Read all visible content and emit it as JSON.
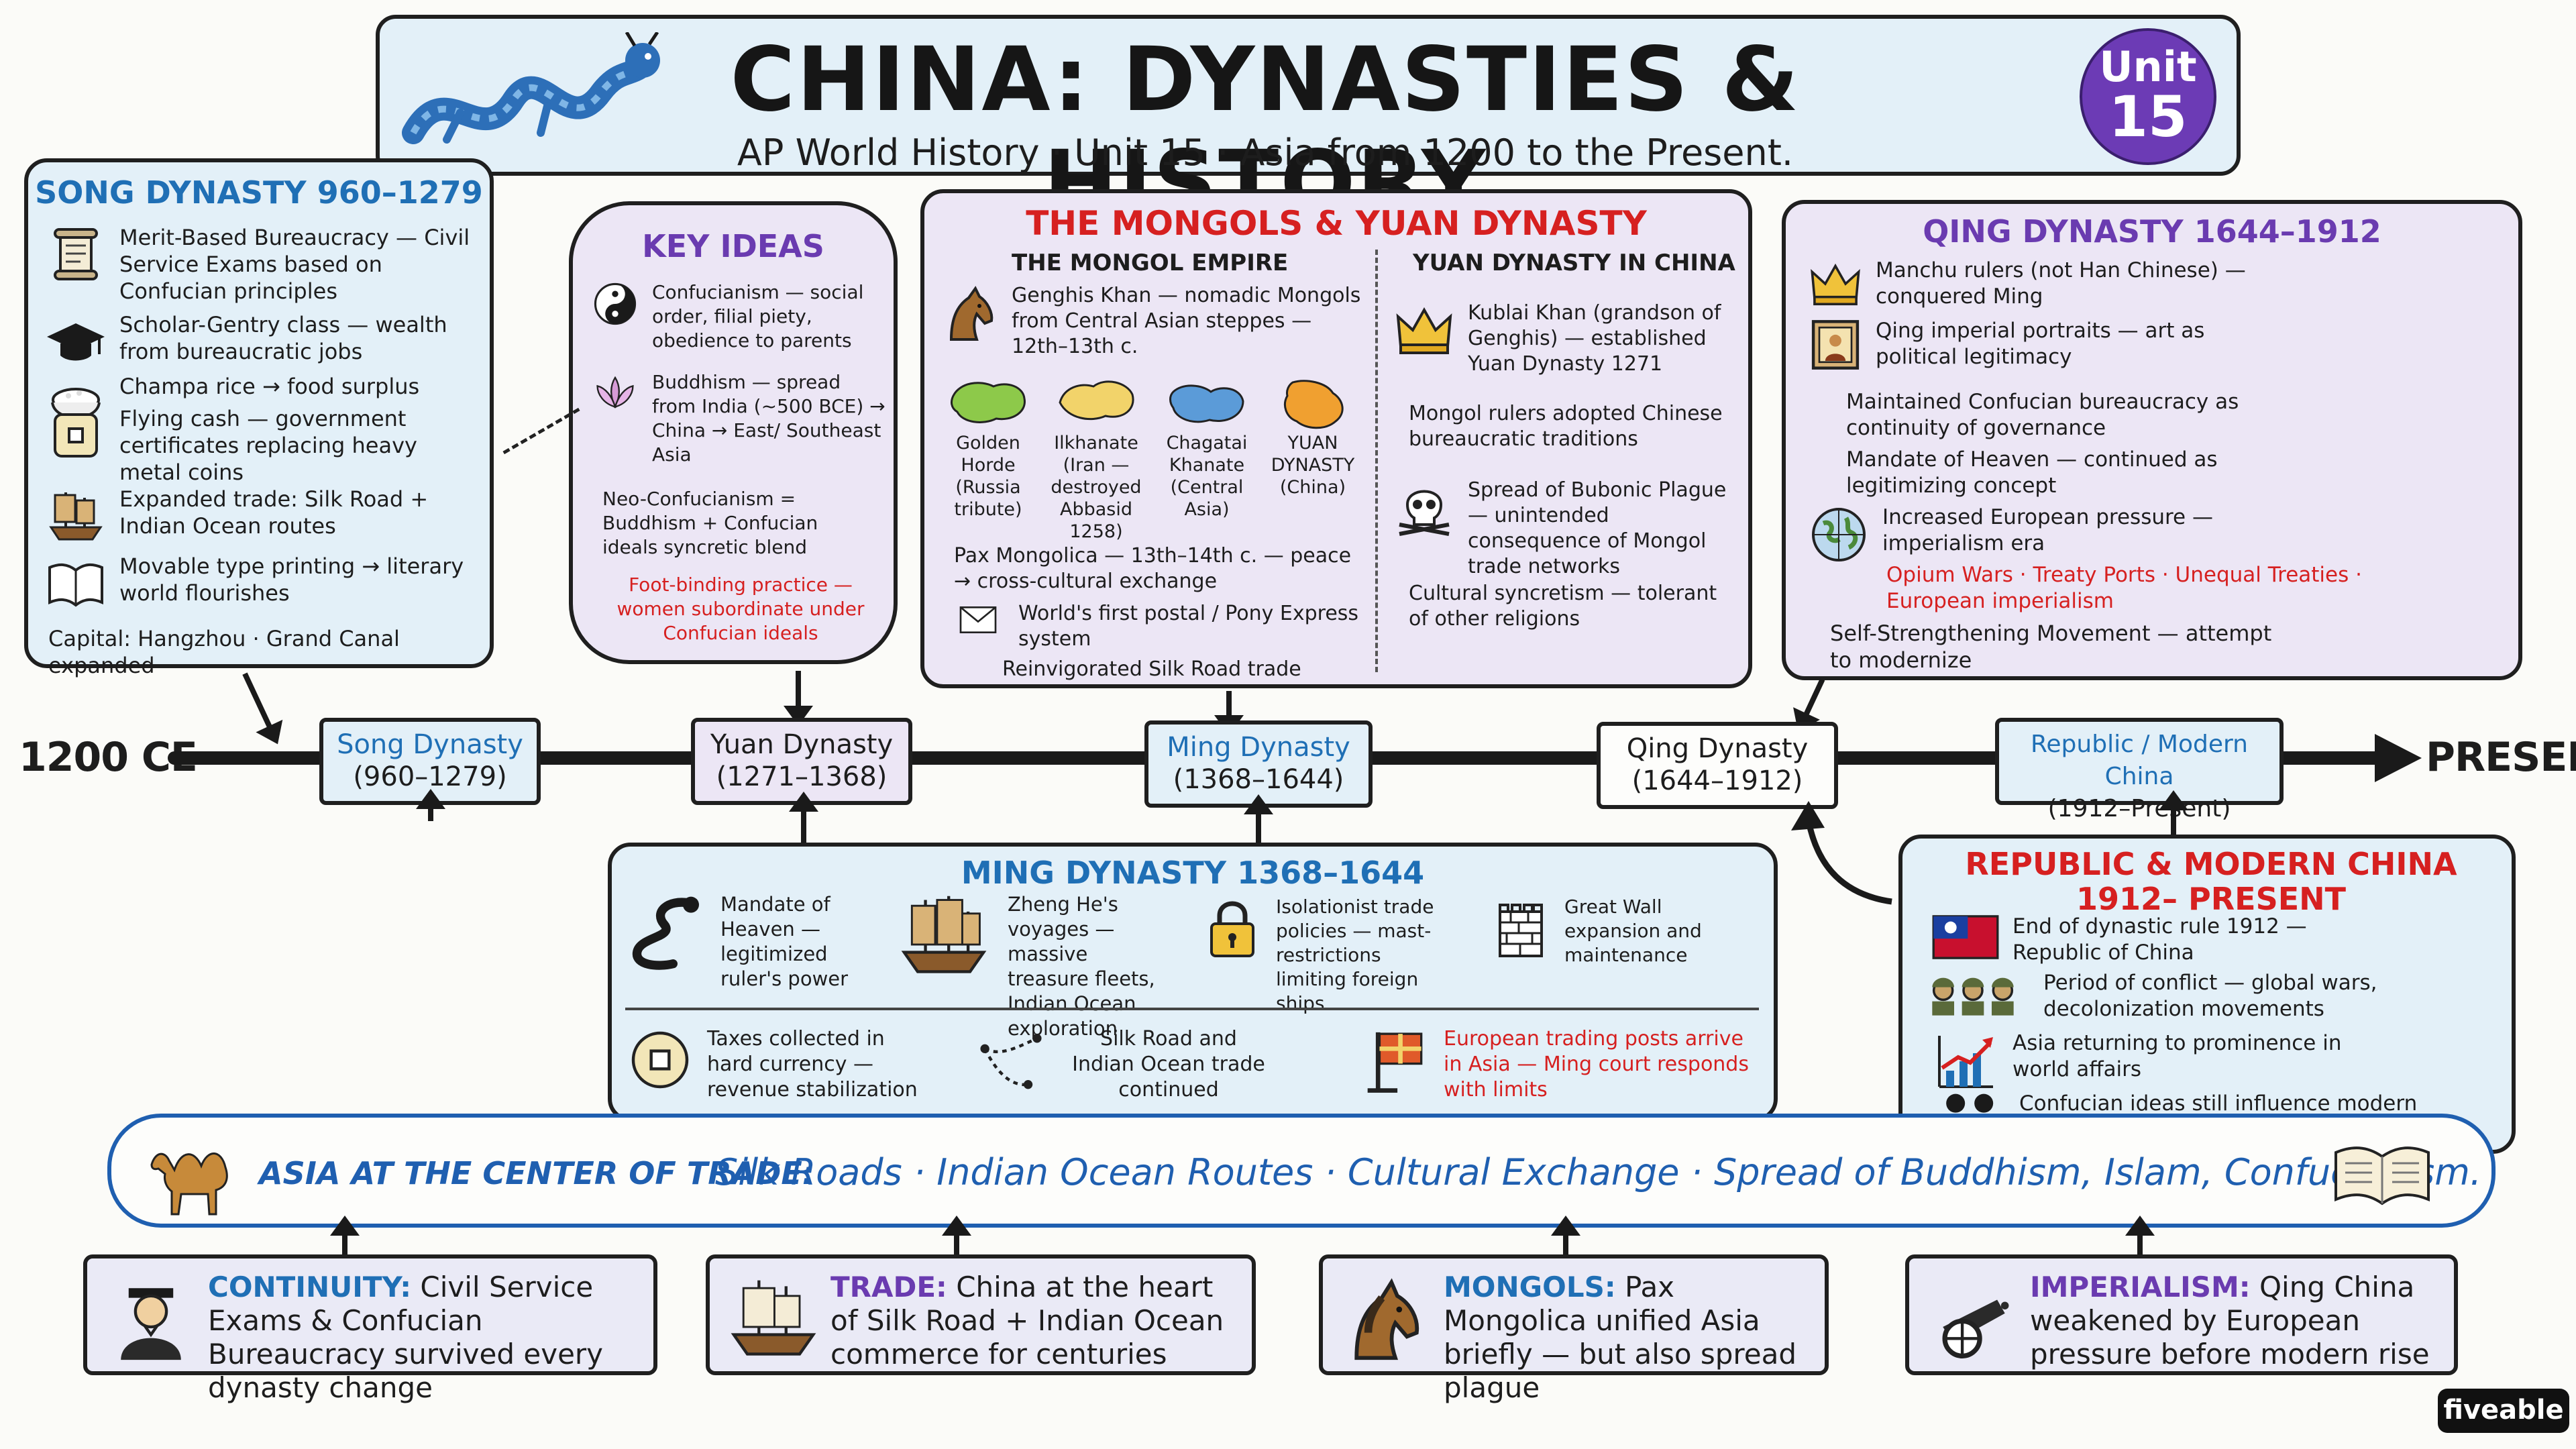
{
  "header": {
    "title": "CHINA: DYNASTIES & HISTORY",
    "subtitle": "AP World History · Unit 15 · Asia from 1200 to the Present.",
    "badge_label": "Unit",
    "badge_number": "15",
    "icon": "dragon-icon"
  },
  "song": {
    "title": "SONG DYNASTY 960–1279",
    "items": [
      {
        "icon": "scroll-icon",
        "text": "Merit-Based Bureaucracy — Civil Service Exams based on Confucian principles"
      },
      {
        "icon": "graduation-cap-icon",
        "text": "Scholar-Gentry class — wealth from bureaucratic jobs"
      },
      {
        "icon": "rice-bowl-icon",
        "text": "Champa rice → food surplus"
      },
      {
        "icon": "coin-icon",
        "text": "Flying cash — government certificates replacing heavy metal coins"
      },
      {
        "icon": "junk-ship-icon",
        "text": "Expanded trade: Silk Road + Indian Ocean routes"
      },
      {
        "icon": "book-icon",
        "text": "Movable type printing → literary world flourishes"
      }
    ],
    "footer": "Capital: Hangzhou · Grand Canal expanded"
  },
  "key_ideas": {
    "title": "KEY IDEAS",
    "items": [
      {
        "icon": "yin-yang-icon",
        "text": "Confucianism — social order, filial piety, obedience to parents"
      },
      {
        "icon": "lotus-icon",
        "text": "Buddhism — spread from India (~500 BCE) → China → East/ Southeast Asia"
      }
    ],
    "neo": "Neo-Confucianism = Buddhism + Confucian ideals syncretic blend",
    "footbinding": "Foot-binding practice — women subordinate under Confucian ideals"
  },
  "mongols": {
    "title": "THE MONGOLS & YUAN DYNASTY",
    "left_heading": "THE MONGOL EMPIRE",
    "right_heading": "YUAN DYNASTY IN CHINA",
    "genghis": "Genghis Khan — nomadic Mongols from Central Asian steppes — 12th–13th c.",
    "khanates": [
      {
        "name": "Golden Horde (Russia tribute)",
        "color": "#8dc94a"
      },
      {
        "name": "Ilkhanate (Iran — destroyed Abbasid 1258)",
        "color": "#f2d36a"
      },
      {
        "name": "Chagatai Khanate (Central Asia)",
        "color": "#5b9bd8"
      },
      {
        "name": "YUAN DYNASTY (China)",
        "color": "#f0a030"
      }
    ],
    "pax": "Pax Mongolica — 13th–14th c. — peace → cross-cultural exchange",
    "postal": "World's first postal / Pony Express system",
    "silk": "Reinvigorated Silk Road trade",
    "kublai": "Kublai Khan (grandson of Genghis) — established Yuan Dynasty 1271",
    "adopted": "Mongol rulers adopted Chinese bureaucratic traditions",
    "plague": "Spread of Bubonic Plague — unintended consequence of Mongol trade networks",
    "syncretism": "Cultural syncretism — tolerant of other religions"
  },
  "qing": {
    "title": "QING DYNASTY 1644–1912",
    "manchu": "Manchu rulers (not Han Chinese) — conquered Ming",
    "portraits": "Qing imperial portraits — art as political legitimacy",
    "bureaucracy": "Maintained Confucian bureaucracy as continuity of governance",
    "mandate": "Mandate of Heaven — continued as legitimizing concept",
    "pressure": "Increased European pressure — imperialism era",
    "wars": "Opium Wars · Treaty Ports · Unequal Treaties · European imperialism",
    "selfstrength": "Self-Strengthening Movement — attempt to modernize"
  },
  "timeline": {
    "start": "1200 CE",
    "end": "PRESENT",
    "nodes": [
      {
        "name": "Song Dynasty",
        "dates": "(960–1279)"
      },
      {
        "name": "Yuan Dynasty",
        "dates": "(1271–1368)"
      },
      {
        "name": "Ming Dynasty",
        "dates": "(1368–1644)"
      },
      {
        "name": "Qing Dynasty",
        "dates": "(1644–1912)"
      },
      {
        "name": "Republic / Modern China",
        "dates": "(1912–Present)"
      }
    ]
  },
  "ming": {
    "title": "MING DYNASTY 1368–1644",
    "top": [
      {
        "icon": "dragon-icon",
        "text": "Mandate of Heaven — legitimized ruler's power"
      },
      {
        "icon": "treasure-ship-icon",
        "text": "Zheng He's voyages — massive treasure fleets, Indian Ocean exploration"
      },
      {
        "icon": "padlock-icon",
        "text": "Isolationist trade policies — mast-restrictions limiting foreign ships"
      },
      {
        "icon": "great-wall-icon",
        "text": "Great Wall expansion and maintenance"
      }
    ],
    "bottom": [
      {
        "icon": "coin-icon",
        "text": "Taxes collected in hard currency — revenue stabilization"
      },
      {
        "icon": "route-icon",
        "text": "Silk Road and Indian Ocean trade continued"
      },
      {
        "icon": "flag-icon",
        "text": "European trading posts arrive in Asia — Ming court responds with limits"
      }
    ]
  },
  "republic": {
    "title": "REPUBLIC & MODERN CHINA 1912– PRESENT",
    "items": [
      {
        "icon": "roc-flag-icon",
        "text": "End of dynastic rule 1912 — Republic of China"
      },
      {
        "icon": "soldiers-icon",
        "text": "Period of conflict — global wars, decolonization movements"
      },
      {
        "icon": "rising-chart-icon",
        "text": "Asia returning to prominence in world affairs"
      },
      {
        "icon": "people-icon",
        "text": "Confucian ideas still influence modern Chinese society and communities"
      }
    ]
  },
  "banner": {
    "label": "ASIA AT THE CENTER OF TRADE:",
    "text": "Silk Roads · Indian Ocean Routes · Cultural Exchange · Spread of Buddhism, Islam, Confucianism.",
    "left_icon": "camel-icon",
    "right_icon": "open-book-icon"
  },
  "themes": [
    {
      "key": "CONTINUITY:",
      "text": "Civil Service Exams & Confucian Bureaucracy survived every dynasty change",
      "icon": "scholar-icon",
      "color": "#1f6fb5"
    },
    {
      "key": "TRADE:",
      "text": "China at the heart of Silk Road + Indian Ocean commerce for centuries",
      "icon": "sailing-ship-icon",
      "color": "#6a3bb0"
    },
    {
      "key": "MONGOLS:",
      "text": "Pax Mongolica unified Asia briefly — but also spread plague",
      "icon": "horse-icon",
      "color": "#1f6fb5"
    },
    {
      "key": "IMPERIALISM:",
      "text": "Qing China weakened by European pressure before modern rise",
      "icon": "cannon-icon",
      "color": "#6a3bb0"
    }
  ],
  "brand": "fiveable",
  "colors": {
    "blue": "#1f6fb5",
    "purple": "#6a3bb0",
    "red": "#d62020",
    "blue_box": "#e3f0f8",
    "lavender_box": "#ece6f5"
  }
}
